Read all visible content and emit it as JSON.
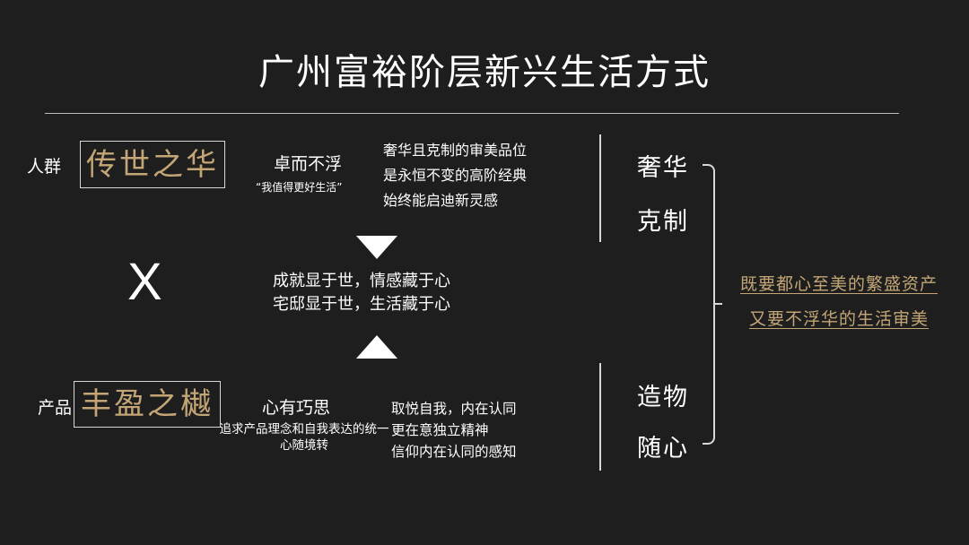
{
  "title": "广州富裕阶层新兴生活方式",
  "people": {
    "label": "人群",
    "box_text": "传世之华",
    "phrase": "卓而不浮",
    "quote": "“我值得更好生活”",
    "desc": [
      "奢华且克制的审美品位",
      "是永恒不变的高阶经典",
      "始终能启迪新灵感"
    ]
  },
  "cross_symbol": "X",
  "center": {
    "lines": [
      "成就显于世，情感藏于心",
      "宅邸显于世，生活藏于心"
    ]
  },
  "product": {
    "label": "产品",
    "box_text": "丰盈之樾",
    "phrase": "心有巧思",
    "desc_left": [
      "追求产品理念和自我表达的统一",
      "心随境转"
    ],
    "desc_right": [
      "取悦自我，内在认同",
      "更在意独立精神",
      "信仰内在认同的感知"
    ]
  },
  "right_words": {
    "top": [
      "奢华",
      "克制"
    ],
    "bottom": [
      "造物",
      "随心"
    ]
  },
  "conclusion": [
    "既要都心至美的繁盛资产",
    "又要不浮华的生活审美"
  ],
  "colors": {
    "background": "#1e1e1e",
    "gold": "#c4a676",
    "text": "#ffffff",
    "lines": "#d8d8d8"
  }
}
